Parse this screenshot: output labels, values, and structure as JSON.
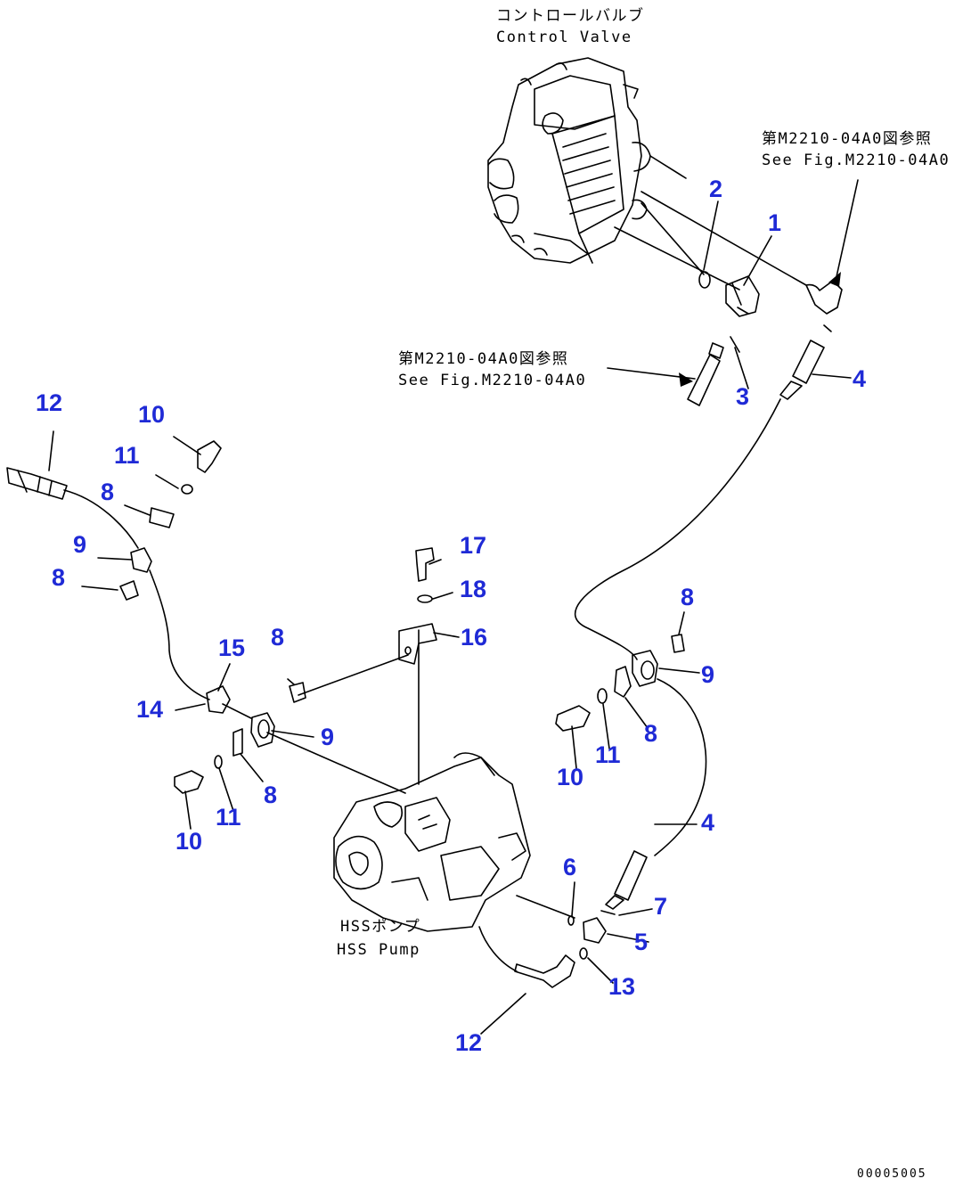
{
  "labels": {
    "control_valve_jp": "コントロールバルブ",
    "control_valve_en": "Control Valve",
    "ref_top_jp": "第M2210-04A0図参照",
    "ref_top_en": "See Fig.M2210-04A0",
    "ref_mid_jp": "第M2210-04A0図参照",
    "ref_mid_en": "See Fig.M2210-04A0",
    "pump_jp": "HSSポンプ",
    "pump_en": "HSS Pump",
    "doc_number": "00005005"
  },
  "callouts": [
    "1",
    "2",
    "3",
    "4",
    "4",
    "5",
    "6",
    "7",
    "8",
    "8",
    "8",
    "8",
    "8",
    "8",
    "9",
    "9",
    "9",
    "10",
    "10",
    "10",
    "11",
    "11",
    "11",
    "12",
    "12",
    "13",
    "14",
    "15",
    "16",
    "17",
    "18"
  ],
  "colors": {
    "callout": "#1f2ad6",
    "line": "#000000"
  }
}
